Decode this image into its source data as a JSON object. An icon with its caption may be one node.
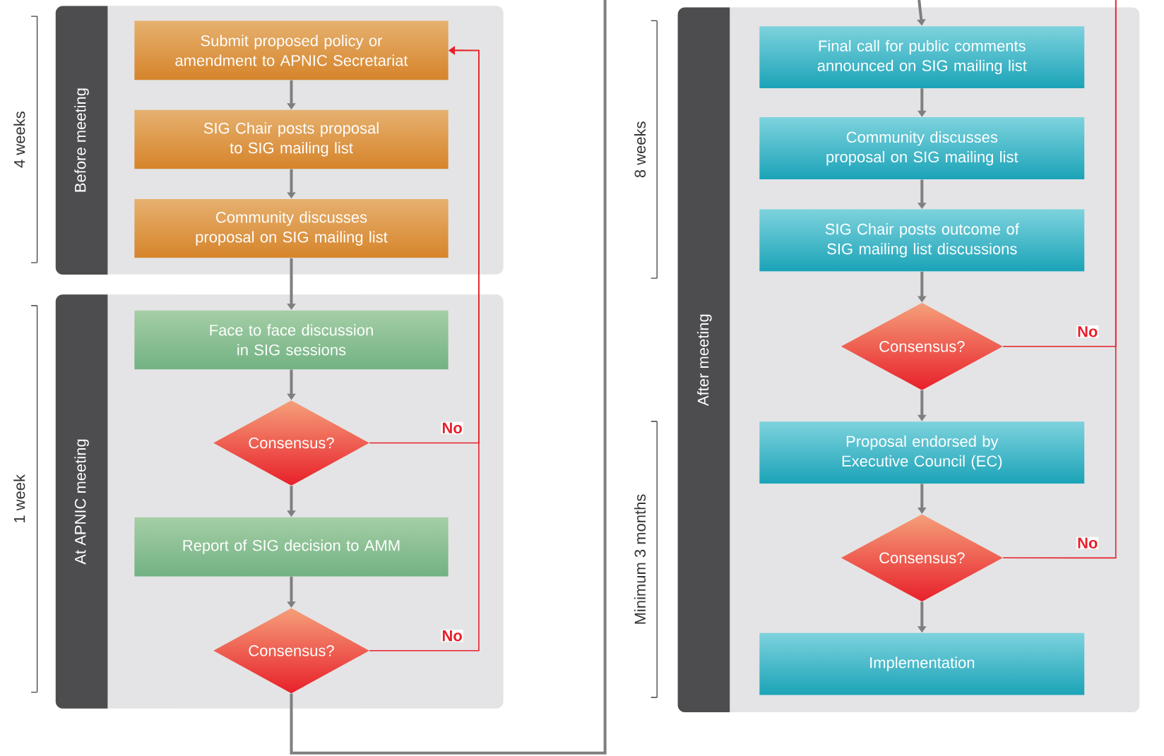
{
  "diagram": {
    "nodes": [
      {
        "text": [
          "Before meeting"
        ],
        "beside": [
          "4 weeks"
        ]
      },
      {
        "text": [
          "Submit proposed policy or amendment to APNIC Secretariat"
        ],
        "in": 0
      },
      {
        "text": [
          "SIG Chair posts proposal to SIG mailing list"
        ],
        "in": 0
      },
      {
        "text": [
          "Community discusses proposal on SIG mailing list"
        ],
        "in": 0
      },
      {
        "text": [
          "At APNIC meeting"
        ],
        "beside": [
          "1 week"
        ]
      },
      {
        "text": [
          "Face to face discussion in SIG sessions"
        ],
        "in": 4
      },
      {
        "text": [
          "Consensus?"
        ],
        "in": 4
      },
      {
        "text": [
          "Report of SIG decision to AMM"
        ],
        "in": 4
      },
      {
        "text": [
          "Consensus?"
        ],
        "in": 4
      },
      {
        "text": [
          "After meeting"
        ],
        "beside": [
          "8 weeks",
          "Minimum 3 months"
        ]
      },
      {
        "text": [
          "Final call for public comments announced on SIG mailing list"
        ],
        "in": 9
      },
      {
        "text": [
          "Community discusses proposal on SIG mailing list"
        ],
        "in": 9
      },
      {
        "text": [
          "SIG Chair posts outcome of SIG mailing list discussions"
        ],
        "in": 9
      },
      {
        "text": [
          "Consensus?"
        ],
        "in": 9
      },
      {
        "text": [
          "Proposal endorsed by Executive Council (EC)"
        ],
        "in": 9
      },
      {
        "text": [
          "Consensus?"
        ],
        "in": 9
      },
      {
        "text": [
          "Implementation"
        ],
        "in": 9
      }
    ],
    "edges": [
      {
        "from": 1,
        "to": 2,
        "arrow": "to"
      },
      {
        "from": 2,
        "to": 3,
        "arrow": "to"
      },
      {
        "from": 3,
        "to": 5,
        "arrow": "to"
      },
      {
        "from": 5,
        "to": 6,
        "arrow": "to"
      },
      {
        "from": 6,
        "to": 7,
        "arrow": "to"
      },
      {
        "from": 7,
        "to": 8,
        "arrow": "to"
      },
      {
        "from": 6,
        "to": 1,
        "arrow": "to",
        "label": "No",
        "color": "#e8202a"
      },
      {
        "from": 8,
        "to": 1,
        "arrow": "to",
        "label": "No",
        "color": "#e8202a"
      },
      {
        "from": 8,
        "to": null,
        "arrow": "none"
      },
      {
        "from": null,
        "to": 10,
        "arrow": "to"
      },
      {
        "from": 10,
        "to": 11,
        "arrow": "to"
      },
      {
        "from": 11,
        "to": 12,
        "arrow": "to"
      },
      {
        "from": 12,
        "to": 13,
        "arrow": "to"
      },
      {
        "from": 13,
        "to": 14,
        "arrow": "to"
      },
      {
        "from": 14,
        "to": 15,
        "arrow": "to"
      },
      {
        "from": 15,
        "to": 16,
        "arrow": "to"
      },
      {
        "from": 13,
        "to": null,
        "arrow": "none",
        "label": "No",
        "color": "#e8202a"
      },
      {
        "from": 15,
        "to": null,
        "arrow": "none",
        "label": "No",
        "color": "#e8202a"
      }
    ]
  }
}
